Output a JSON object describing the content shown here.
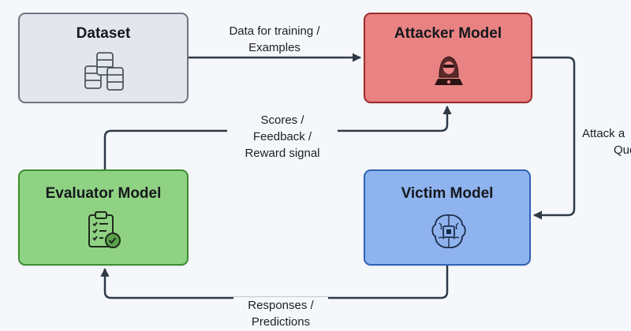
{
  "nodes": {
    "dataset": {
      "title": "Dataset",
      "icon": "database-icon",
      "fill": "#e3e7ed",
      "stroke": "#6f7680"
    },
    "attacker": {
      "title": "Attacker Model",
      "icon": "hacker-laptop-icon",
      "fill": "#e98383",
      "stroke": "#a12a2a"
    },
    "evaluator": {
      "title": "Evaluator Model",
      "icon": "clipboard-check-icon",
      "fill": "#8fd283",
      "stroke": "#3f8e33"
    },
    "victim": {
      "title": "Victim Model",
      "icon": "brain-chip-icon",
      "fill": "#8fb3ee",
      "stroke": "#2f63b8"
    }
  },
  "edges": {
    "data_to_attacker": {
      "line1": "Data for training /",
      "line2": "Examples"
    },
    "attacker_to_victim": {
      "line1": "Attack a",
      "line2": "Que"
    },
    "evaluator_to_attacker": {
      "line1": "Scores /",
      "line2": "Feedback /",
      "line3": "Reward signal"
    },
    "victim_to_evaluator": {
      "line1": "Responses /",
      "line2": "Predictions"
    }
  },
  "colors": {
    "arrow": "#2e3a47",
    "text": "#15181d"
  }
}
